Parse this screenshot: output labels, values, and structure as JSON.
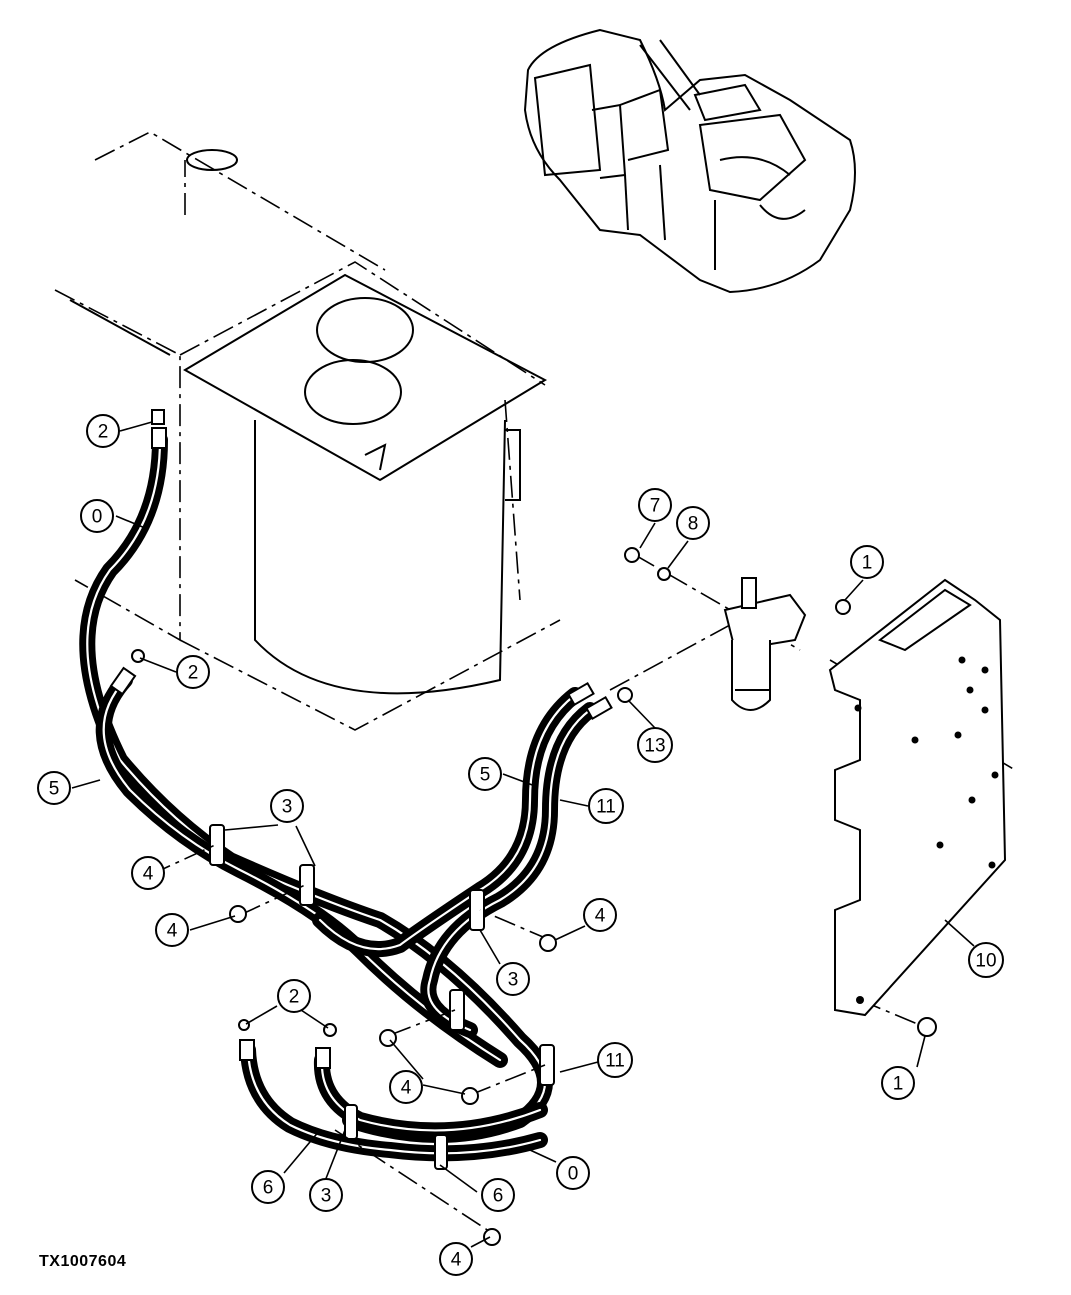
{
  "figure_id": "TX1007604",
  "callouts": [
    {
      "label": "2"
    },
    {
      "label": "0"
    },
    {
      "label": "2"
    },
    {
      "label": "5"
    },
    {
      "label": "3"
    },
    {
      "label": "4"
    },
    {
      "label": "4"
    },
    {
      "label": "7"
    },
    {
      "label": "8"
    },
    {
      "label": "1"
    },
    {
      "label": "13"
    },
    {
      "label": "5"
    },
    {
      "label": "11"
    },
    {
      "label": "4"
    },
    {
      "label": "3"
    },
    {
      "label": "10"
    },
    {
      "label": "2"
    },
    {
      "label": "4"
    },
    {
      "label": "11"
    },
    {
      "label": "1"
    },
    {
      "label": "6"
    },
    {
      "label": "3"
    },
    {
      "label": "0"
    },
    {
      "label": "6"
    },
    {
      "label": "4"
    }
  ]
}
